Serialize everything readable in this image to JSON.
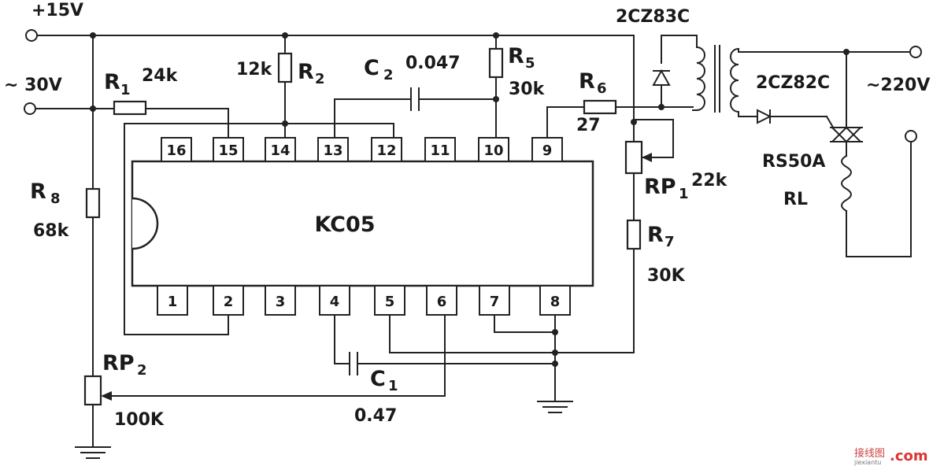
{
  "supply": {
    "v15": "+15V",
    "v30": "~ 30V",
    "v220": "~220V"
  },
  "ic": {
    "name": "KC05",
    "pins_top": [
      "16",
      "15",
      "14",
      "13",
      "12",
      "11",
      "10",
      "9"
    ],
    "pins_bottom": [
      "1",
      "2",
      "3",
      "4",
      "5",
      "6",
      "7",
      "8"
    ]
  },
  "components": {
    "r1": {
      "ref": "R",
      "sub": "1",
      "val": "24k"
    },
    "r2": {
      "ref": "R",
      "sub": "2",
      "val": "12k"
    },
    "c2": {
      "ref": "C",
      "sub": "2",
      "val": "0.047"
    },
    "r5": {
      "ref": "R",
      "sub": "5",
      "val": "30k"
    },
    "r6": {
      "ref": "R",
      "sub": "6",
      "val": "27"
    },
    "rp1": {
      "ref": "RP",
      "sub": "1",
      "val": "22k"
    },
    "r7": {
      "ref": "R",
      "sub": "7",
      "val": "30K"
    },
    "r8": {
      "ref": "R",
      "sub": "8",
      "val": "68k"
    },
    "rp2": {
      "ref": "RP",
      "sub": "2",
      "val": "100K"
    },
    "c1": {
      "ref": "C",
      "sub": "1",
      "val": "0.47"
    },
    "d_zener": "2CZ83C",
    "d_rect": "2CZ82C",
    "triac": "RS50A",
    "load": "RL"
  },
  "watermark": {
    "cn": "接线图",
    "site": "jiexiantu",
    "com": ".com"
  }
}
